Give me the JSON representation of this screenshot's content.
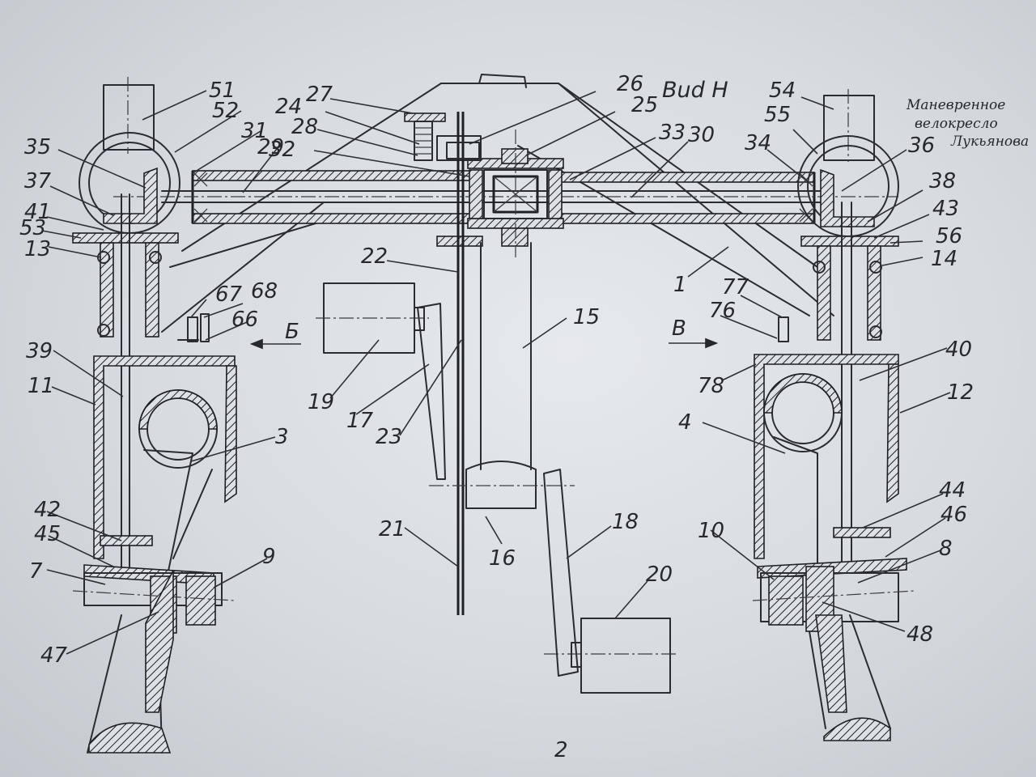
{
  "drawing": {
    "view_title": "Bud H",
    "caption_lines": [
      "Маневренное",
      "велокресло",
      "Лукьянова"
    ],
    "bottom_mark": "2"
  },
  "part_labels": [
    "51",
    "52",
    "27",
    "26",
    "24",
    "25",
    "28",
    "31",
    "29",
    "32",
    "33",
    "30",
    "54",
    "55",
    "34",
    "36",
    "35",
    "37",
    "41",
    "53",
    "13",
    "38",
    "43",
    "56",
    "14",
    "22",
    "1",
    "15",
    "67",
    "68",
    "66",
    "77",
    "76",
    "19",
    "17",
    "23",
    "39",
    "11",
    "3",
    "4",
    "40",
    "12",
    "78",
    "42",
    "45",
    "7",
    "9",
    "16",
    "21",
    "18",
    "20",
    "10",
    "44",
    "46",
    "8",
    "47",
    "48"
  ],
  "direction_markers": [
    {
      "letter": "Б",
      "arrow": "left"
    },
    {
      "letter": "В",
      "arrow": "right"
    }
  ]
}
